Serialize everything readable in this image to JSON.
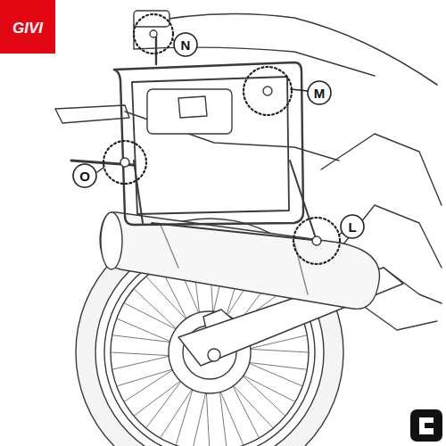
{
  "diagram": {
    "labels": [
      "GIVI",
      "N",
      "M",
      "O",
      "L"
    ]
  }
}
